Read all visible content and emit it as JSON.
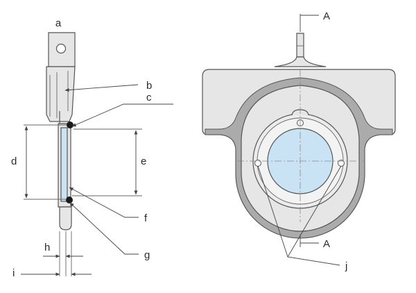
{
  "labels": {
    "a": "a",
    "b": "b",
    "c": "c",
    "d": "d",
    "e": "e",
    "f": "f",
    "g": "g",
    "h": "h",
    "i": "i",
    "j": "j",
    "section_top": "A",
    "section_bottom": "A"
  }
}
